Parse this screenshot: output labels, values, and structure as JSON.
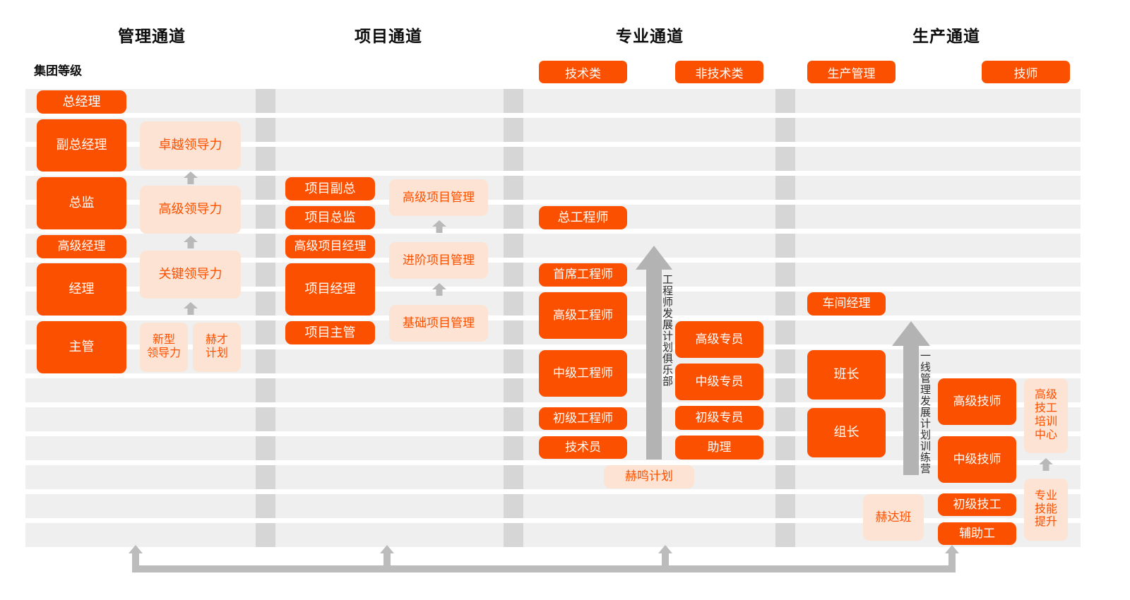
{
  "colors": {
    "accent": "#fb5000",
    "accent_soft": "#fde3d3",
    "band": "#efefef",
    "separator": "#d6d6d6",
    "arrow_gray": "#b3b3b3",
    "text_dark": "#0d0d0d"
  },
  "channels": [
    {
      "title": "管理通道"
    },
    {
      "title": "项目通道"
    },
    {
      "title": "专业通道"
    },
    {
      "title": "生产通道"
    }
  ],
  "group_level_label": "集团等级",
  "categories": [
    {
      "label": "技术类"
    },
    {
      "label": "非技术类"
    },
    {
      "label": "生产管理"
    },
    {
      "label": "技师"
    }
  ],
  "management_channel": {
    "grades": [
      {
        "label": "总经理"
      },
      {
        "label": "副总经理"
      },
      {
        "label": "总监"
      },
      {
        "label": "高级经理"
      },
      {
        "label": "经理"
      },
      {
        "label": "主管"
      }
    ],
    "programs": [
      {
        "label": "卓越领导力"
      },
      {
        "label": "高级领导力"
      },
      {
        "label": "关键领导力"
      },
      {
        "label": "新型\n领导力"
      },
      {
        "label": "赫才\n计划"
      }
    ]
  },
  "project_channel": {
    "grades": [
      {
        "label": "项目副总"
      },
      {
        "label": "项目总监"
      },
      {
        "label": "高级项目经理"
      },
      {
        "label": "项目经理"
      },
      {
        "label": "项目主管"
      }
    ],
    "programs": [
      {
        "label": "高级项目管理"
      },
      {
        "label": "进阶项目管理"
      },
      {
        "label": "基础项目管理"
      }
    ]
  },
  "professional_channel": {
    "technical_grades": [
      {
        "label": "总工程师"
      },
      {
        "label": "首席工程师"
      },
      {
        "label": "高级工程师"
      },
      {
        "label": "中级工程师"
      },
      {
        "label": "初级工程师"
      },
      {
        "label": "技术员"
      }
    ],
    "nontechnical_grades": [
      {
        "label": "高级专员"
      },
      {
        "label": "中级专员"
      },
      {
        "label": "初级专员"
      },
      {
        "label": "助理"
      }
    ],
    "big_arrow_label": "工程师发展计划俱乐部",
    "programs": [
      {
        "label": "赫鸣计划"
      }
    ]
  },
  "production_channel": {
    "management_grades": [
      {
        "label": "车间经理"
      },
      {
        "label": "班长"
      },
      {
        "label": "组长"
      }
    ],
    "technician_grades": [
      {
        "label": "高级技师"
      },
      {
        "label": "中级技师"
      },
      {
        "label": "初级技工"
      },
      {
        "label": "辅助工"
      }
    ],
    "big_arrow_label": "一线管理发展计划训练营",
    "programs": [
      {
        "label": "赫达班"
      },
      {
        "label": "高级\n技工\n培训\n中心"
      },
      {
        "label": "专业\n技能\n提升"
      }
    ]
  }
}
